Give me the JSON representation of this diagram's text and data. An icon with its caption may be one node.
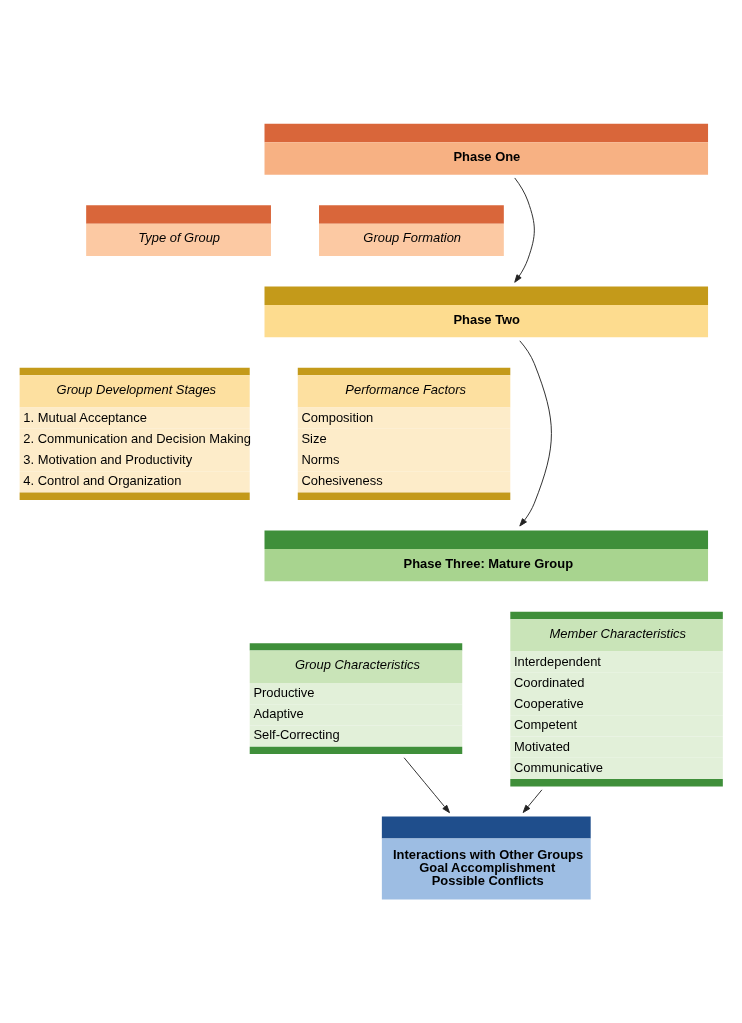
{
  "diagram": {
    "nodes": [
      {
        "text": [
          "Phase One"
        ]
      },
      {
        "text": [
          "Type of Group"
        ]
      },
      {
        "text": [
          "Group Formation"
        ]
      },
      {
        "text": [
          "Phase Two"
        ]
      },
      {
        "text": [
          "Group Development Stages",
          "1. Mutual Acceptance",
          "2. Communication and Decision Making",
          "3. Motivation and Productivity",
          "4. Control and Organization"
        ]
      },
      {
        "text": [
          "Performance Factors",
          "Composition",
          "Size",
          "Norms",
          "Cohesiveness"
        ]
      },
      {
        "text": [
          "Phase Three: Mature Group"
        ]
      },
      {
        "text": [
          "Group Characteristics",
          "Productive",
          "Adaptive",
          "Self-Correcting"
        ]
      },
      {
        "text": [
          "Member Characteristics",
          "Interdependent",
          "Coordinated",
          "Cooperative",
          "Competent",
          "Motivated",
          "Communicative"
        ]
      },
      {
        "text": [
          "Interactions with Other Groups",
          "Goal Accomplishment",
          "Possible Conflicts"
        ]
      }
    ],
    "edges": [
      {
        "from": 0,
        "to": 3,
        "arrow": "to"
      },
      {
        "from": 3,
        "to": 6,
        "arrow": "to"
      },
      {
        "from": 7,
        "to": 9,
        "arrow": "to"
      },
      {
        "from": 8,
        "to": 9,
        "arrow": "to"
      }
    ]
  }
}
